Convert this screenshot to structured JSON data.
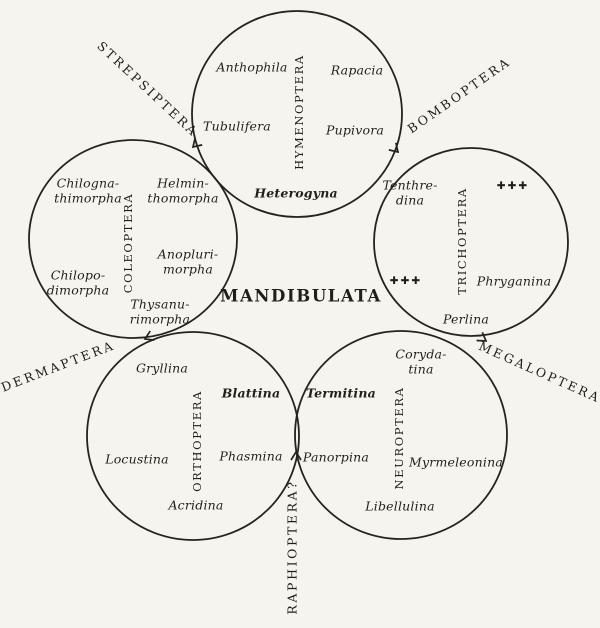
{
  "colors": {
    "ink": "#25211b",
    "paper": "#f6f4ee"
  },
  "center": {
    "label": "MANDIBULATA"
  },
  "outer": {
    "strepsiptera": "STREPSIPTERA",
    "bomboptera": "BOMBOPTERA",
    "dermaptera": "DERMAPTERA",
    "megaloptera": "MEGALOPTERA",
    "raphioptera": "RAPHIOPTERA?"
  },
  "hymenoptera": {
    "order": "HYMENOPTERA",
    "anthophila": "Anthophila",
    "rapacia": "Rapacia",
    "tubulifera": "Tubulifera",
    "pupivora": "Pupivora",
    "heterogyna": "Heterogyna"
  },
  "coleoptera": {
    "order": "COLEOPTERA",
    "chilognathimorpha": "Chilogna-\nthimorpha",
    "helminthomorpha": "Helmin-\nthomorpha",
    "chilopodimorpha": "Chilopo-\ndimorpha",
    "anoplurimorpha": "Anopluri-\nmorpha",
    "thysanurimorpha": "Thysanu-\nrimorpha"
  },
  "trichoptera": {
    "order": "TRICHOPTERA",
    "tenthredina": "Tenthre-\ndina",
    "crosses_upper": "✚✚✚",
    "crosses_lower": "✚✚✚",
    "phryganina": "Phryganina",
    "perlina": "Perlina"
  },
  "orthoptera": {
    "order": "ORTHOPTERA",
    "gryllina": "Gryllina",
    "blattina": "Blattina",
    "locustina": "Locustina",
    "phasmina": "Phasmina",
    "acridina": "Acridina"
  },
  "neuroptera": {
    "order": "NEUROPTERA",
    "corydalina": "Coryda-\ntina",
    "termitina": "Termitina",
    "panorpina": "Panorpina",
    "myrmeleonina": "Myrmeleonina",
    "libellulina": "Libellulina"
  }
}
